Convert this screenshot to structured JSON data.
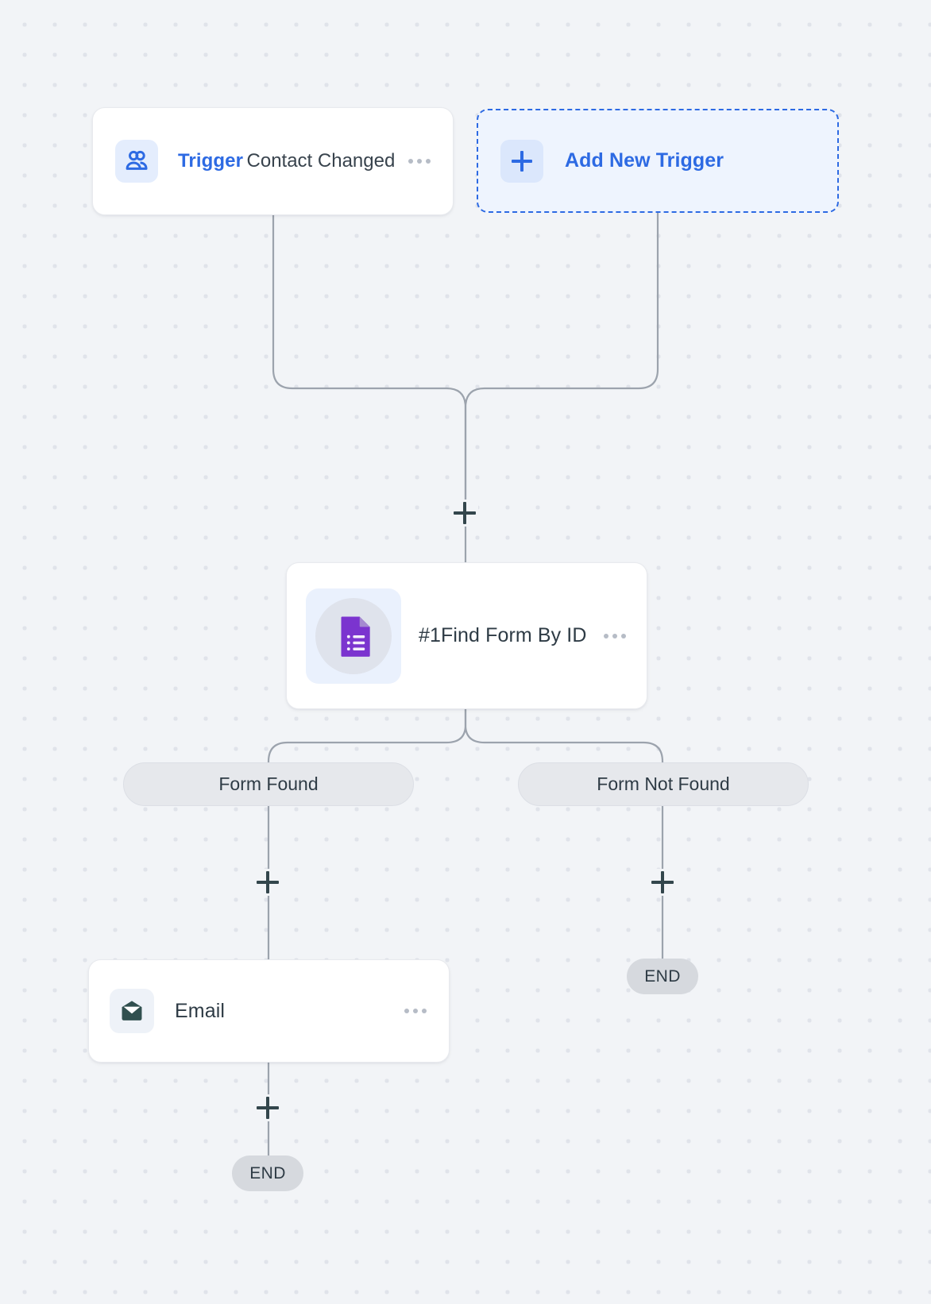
{
  "canvas": {
    "background_color": "#f2f4f7",
    "dot_color": "#e0e3ea",
    "connector_color": "#9ca3ad"
  },
  "trigger_node": {
    "icon": "contacts-users-icon",
    "kicker": "Trigger",
    "subtitle": "Contact Changed",
    "kicker_color": "#2d6ae3",
    "menu": "kebab-menu-icon"
  },
  "add_trigger_node": {
    "icon": "plus-icon",
    "label": "Add New Trigger",
    "accent_color": "#2d6ae3",
    "fill_color": "#eef4fe"
  },
  "action_nodes": [
    {
      "icon": "google-forms-icon",
      "title": "#1Find Form By ID",
      "menu": "kebab-menu-icon"
    },
    {
      "icon": "email-envelope-icon",
      "title": "Email",
      "menu": "kebab-menu-icon"
    }
  ],
  "branches": [
    {
      "label": "Form Found"
    },
    {
      "label": "Form Not Found"
    }
  ],
  "terminals": [
    {
      "label": "END"
    },
    {
      "label": "END"
    }
  ],
  "add_buttons": [
    {
      "name": "add-step-after-trigger",
      "glyph": "+"
    },
    {
      "name": "add-step-form-found",
      "glyph": "+"
    },
    {
      "name": "add-step-form-not-found",
      "glyph": "+"
    },
    {
      "name": "add-step-after-email",
      "glyph": "+"
    }
  ]
}
